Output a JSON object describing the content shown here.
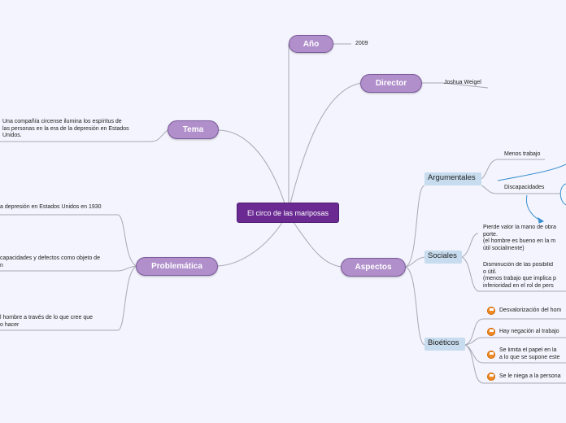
{
  "central": {
    "label": "El circo de las mariposas"
  },
  "anio": {
    "label": "Año",
    "value": "2009"
  },
  "director": {
    "label": "Director",
    "value": "Joshua Weigel"
  },
  "tema": {
    "label": "Tema",
    "text": "Una compañía circense ilumina los espíritus de\nlas personas en la era de la depresión en Estados\nUnidos."
  },
  "problematica": {
    "label": "Problemática",
    "items": [
      "a depresión en Estados Unidos en 1930",
      "capacidades y defectos como objeto de\nn",
      "l hombre a través de lo que cree que\no hacer"
    ]
  },
  "aspectos": {
    "label": "Aspectos",
    "argumentales": {
      "label": "Argumentales",
      "items": [
        "Menos trabajo",
        "Discapacidades"
      ]
    },
    "sociales": {
      "label": "Sociales",
      "items": [
        "Pierde valor la mano de obra\nporte.\n(el hombre es bueno en la m\nútil socialmente)",
        "Disminución de las posibilid\no útil.\n(menos trabajo que implica p\ninferioridad en el rol de pers"
      ]
    },
    "bioeticos": {
      "label": "Bioéticos",
      "items": [
        "Desvalorización del hom",
        "Hay negación al trabajo",
        "Se limita el papel en la\na lo que se supone este",
        "Se le niega a la persona"
      ]
    }
  }
}
